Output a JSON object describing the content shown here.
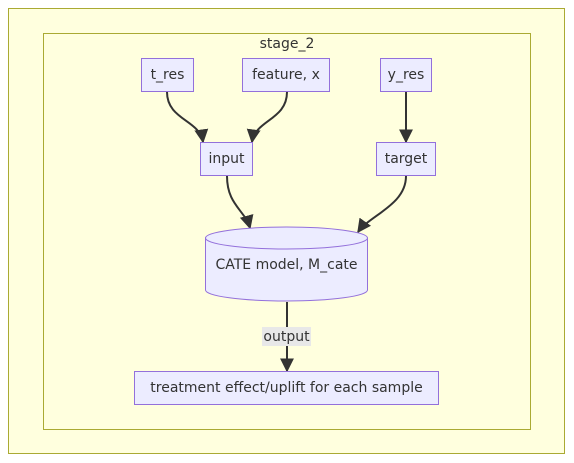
{
  "diagram": {
    "subgraph_title": "stage_2",
    "nodes": {
      "t_res": "t_res",
      "feature": "feature, x",
      "y_res": "y_res",
      "input": "input",
      "target": "target",
      "cate_model": "CATE model, M_cate",
      "uplift": "treatment effect/uplift for each sample"
    },
    "edge_labels": {
      "output": "output"
    },
    "edges": [
      {
        "from": "t_res",
        "to": "input"
      },
      {
        "from": "feature",
        "to": "input"
      },
      {
        "from": "y_res",
        "to": "target"
      },
      {
        "from": "input",
        "to": "cate_model"
      },
      {
        "from": "target",
        "to": "cate_model"
      },
      {
        "from": "cate_model",
        "to": "uplift",
        "label": "output"
      }
    ],
    "colors": {
      "node_fill": "#ececff",
      "node_stroke": "#9370db",
      "cluster_fill": "#ffffde",
      "cluster_stroke": "#aaaa33",
      "edge": "#333333",
      "edge_label_bg": "#e8e8e8"
    }
  }
}
